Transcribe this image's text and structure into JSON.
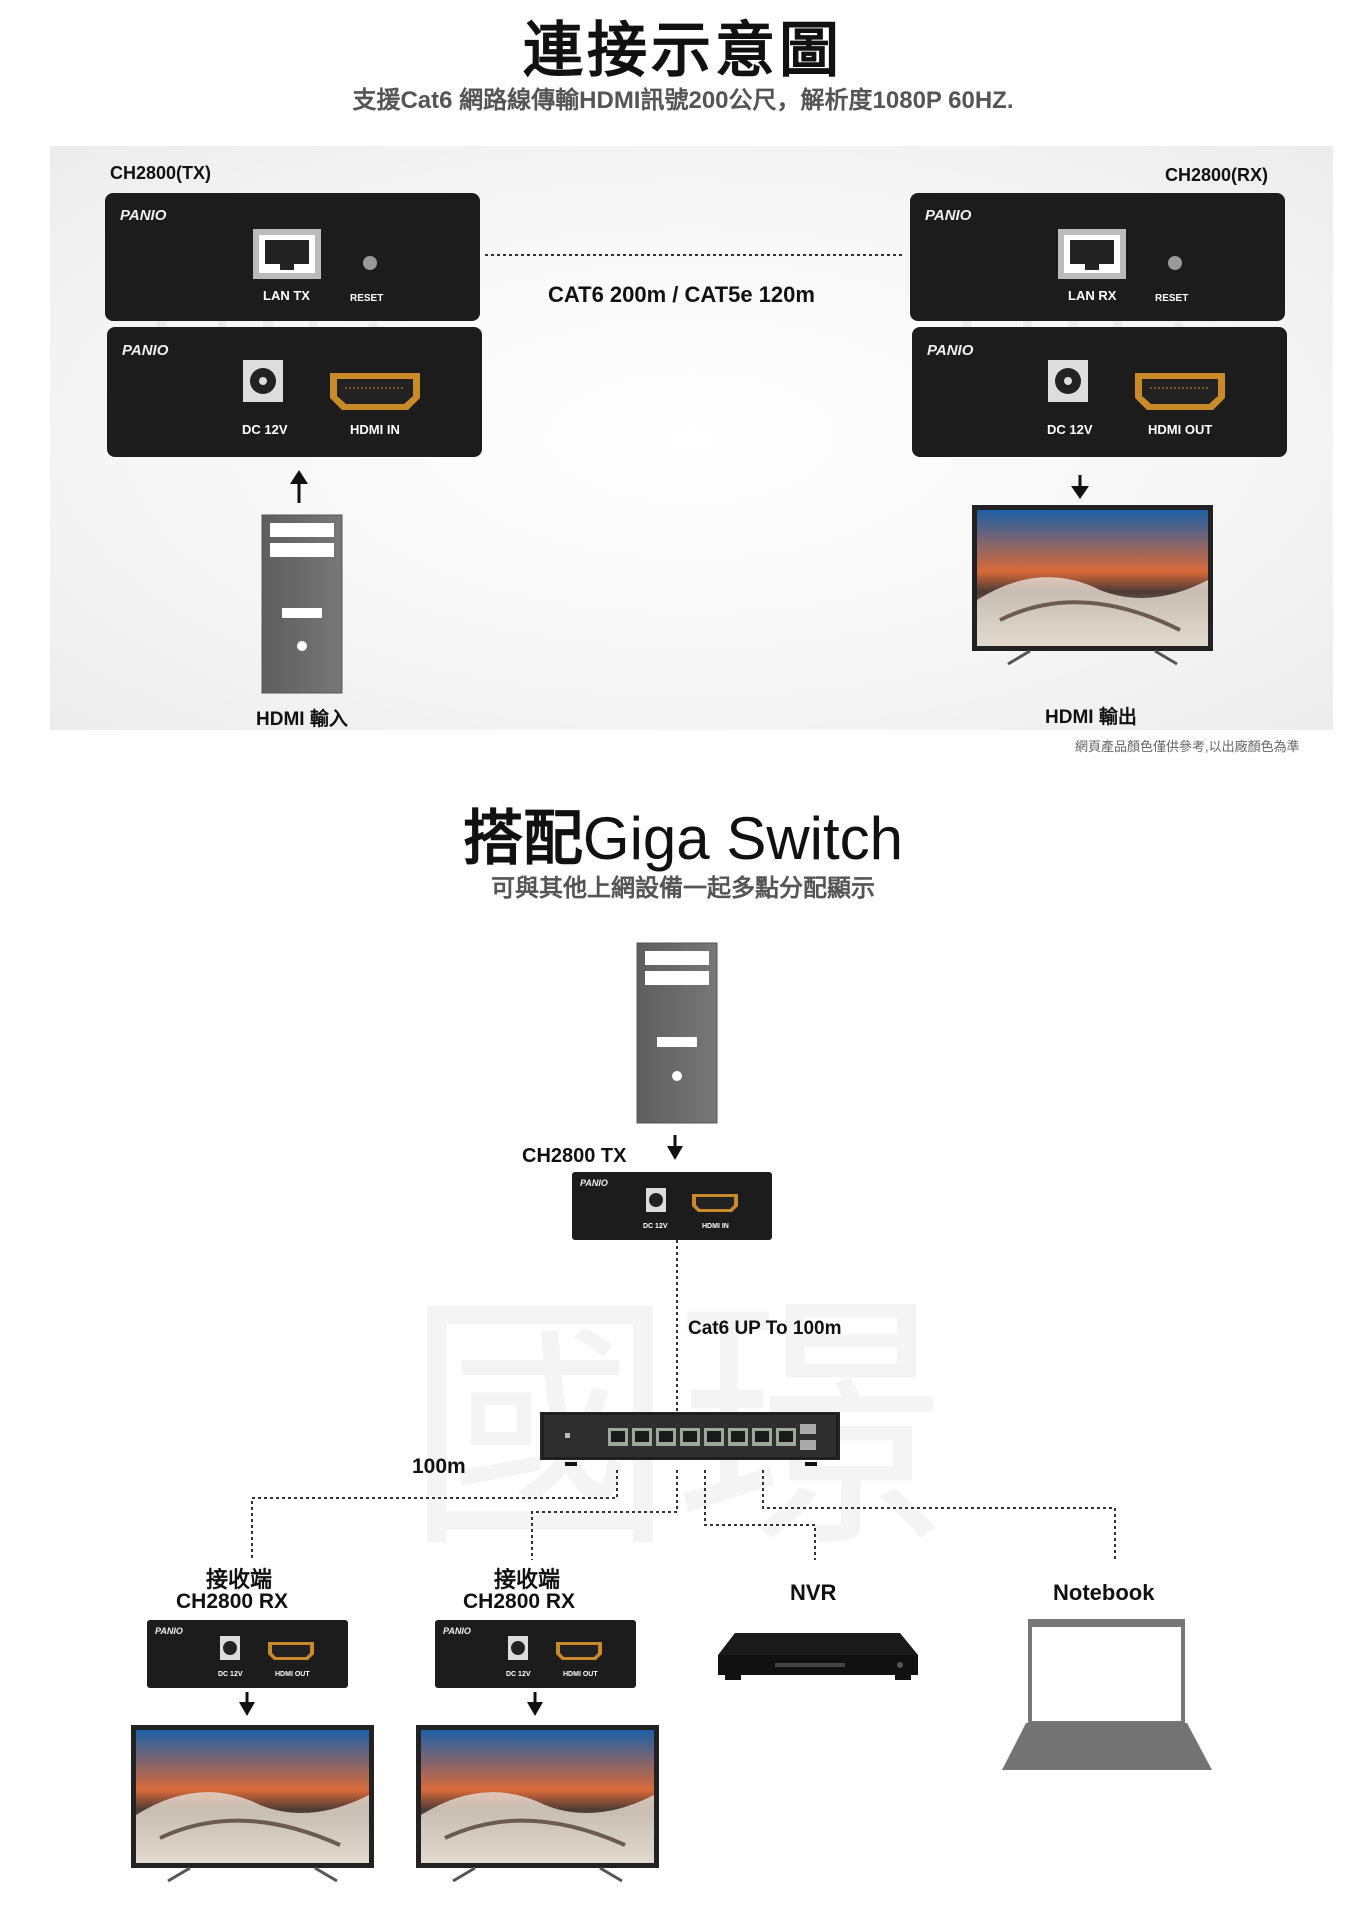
{
  "section1": {
    "title": "連接示意圖",
    "subtitle": "支援Cat6 網路線傳輸HDMI訊號200公尺，解析度1080P 60HZ.",
    "tx_label": "CH2800(TX)",
    "rx_label": "CH2800(RX)",
    "brand": "PANIO",
    "cable_label": "CAT6 200m / CAT5e 120m",
    "tx_top_ports": [
      "LAN TX",
      "RESET"
    ],
    "tx_bottom_ports": [
      "DC 12V",
      "HDMI IN"
    ],
    "rx_top_ports": [
      "LAN RX",
      "RESET"
    ],
    "rx_bottom_ports": [
      "DC 12V",
      "HDMI OUT"
    ],
    "input_label": "HDMI 輸入",
    "output_label": "HDMI 輸出",
    "note": "網頁產品顏色僅供參考,以出廠顏色為準"
  },
  "section2": {
    "title_cjk": "搭配",
    "title_en": "Giga Switch",
    "subtitle": "可與其他上網設備一起多點分配顯示",
    "tx_label": "CH2800 TX",
    "tx_ports": [
      "DC 12V",
      "HDMI IN"
    ],
    "rx_ports": [
      "DC 12V",
      "HDMI OUT"
    ],
    "cable_label": "Cat6 UP To 100m",
    "branch_label": "100m",
    "rx1_label_top": "接收端",
    "rx1_label_bottom": "CH2800 RX",
    "rx2_label_top": "接收端",
    "rx2_label_bottom": "CH2800 RX",
    "nvr_label": "NVR",
    "notebook_label": "Notebook"
  },
  "colors": {
    "device_body": "#1c1c1c",
    "hdmi_port": "#c98a2a",
    "pc_tower": "#6e6e6e",
    "line": "#333333"
  }
}
